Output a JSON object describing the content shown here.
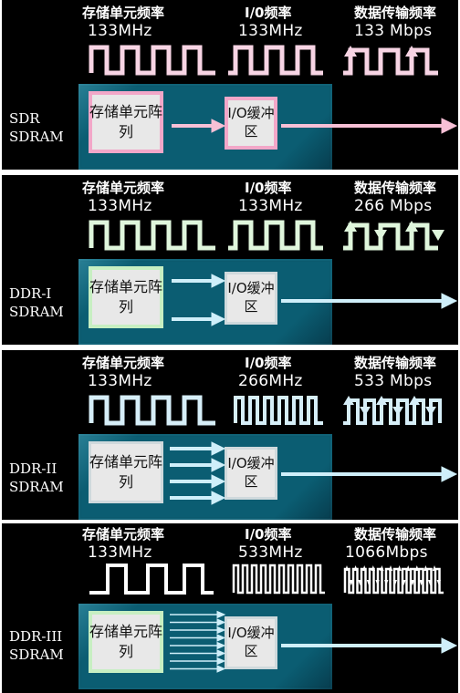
{
  "headers": {
    "cell_frequency": "存储单元频率",
    "io_frequency": "I/0频率",
    "data_rate": "数据传输频率"
  },
  "blocks": {
    "cell_array": "存储单元阵列",
    "io_buffer": "I/O缓冲区"
  },
  "panels": [
    {
      "id": "sdr",
      "type_label": "SDR\nSDRAM",
      "cell_freq": "133MHz",
      "io_freq": "133MHz",
      "data_rate": "133 Mbps",
      "accent": "#f2a7c8"
    },
    {
      "id": "ddr1",
      "type_label": "DDR-I\nSDRAM",
      "cell_freq": "133MHz",
      "io_freq": "133MHz",
      "data_rate": "266 Mbps",
      "accent": "#c7efc2"
    },
    {
      "id": "ddr2",
      "type_label": "DDR-II\nSDRAM",
      "cell_freq": "133MHz",
      "io_freq": "266MHz",
      "data_rate": "533 Mbps",
      "accent": "#cfeaf7"
    },
    {
      "id": "ddr3",
      "type_label": "DDR-III\nSDRAM",
      "cell_freq": "133MHz",
      "io_freq": "533MHz",
      "data_rate": "1066Mbps",
      "accent": "#c7efc2"
    }
  ],
  "colors": {
    "background": "#000000",
    "chip": "#0b5d72",
    "block_fill": "#e8e8e8",
    "sdr_arrow": "#f7c0d6",
    "ddr_arrow": "#cfeffa"
  }
}
